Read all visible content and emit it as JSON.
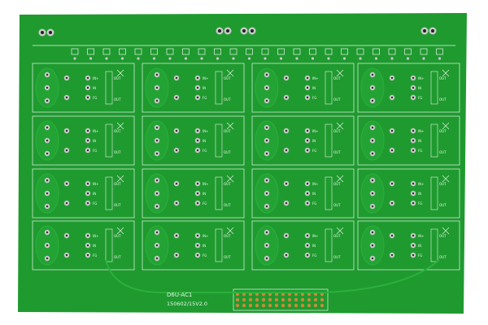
{
  "board": {
    "name_label": "D6U-AC1",
    "version_label": "150602/15V2.0",
    "colors": {
      "solder_mask": "#1f9a2f",
      "trace": "#2bb03c",
      "silkscreen": "#e6f4e6",
      "pad": "#c9c9c9",
      "background": "#ffffff"
    }
  },
  "module_labels": {
    "out": "OUT",
    "in_plus": "IN+",
    "in": "IN",
    "fg": "FG"
  }
}
